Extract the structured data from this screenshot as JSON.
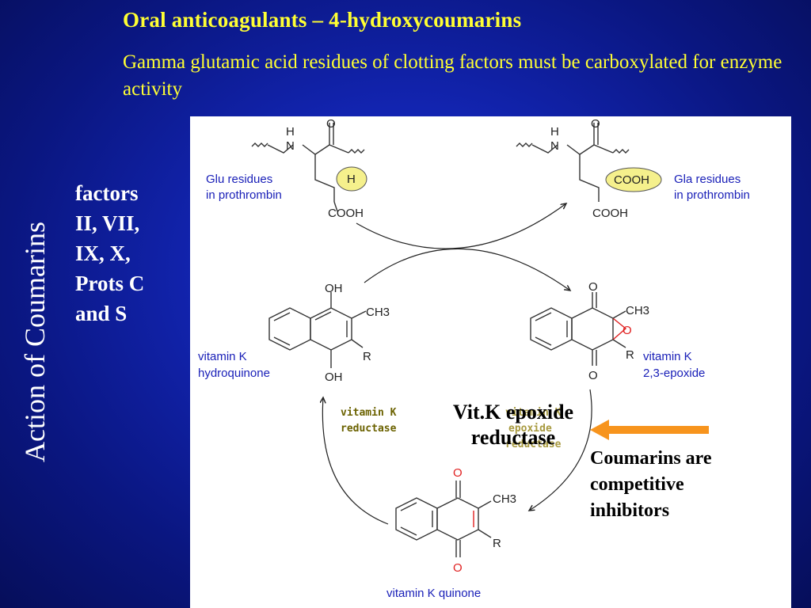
{
  "title": "Oral anticoagulants – 4-hydroxycoumarins",
  "subtitle": "Gamma glutamic acid residues of clotting factors must be carboxylated for enzyme activity",
  "side_title": "Action of Coumarins",
  "factors_lines": [
    "factors",
    "II, VII,",
    "IX, X,",
    "Prots C",
    "and S"
  ],
  "diagram": {
    "glu_label": [
      "Glu residues",
      "in prothrombin"
    ],
    "gla_label": [
      "Gla residues",
      "in prothrombin"
    ],
    "h_label": "H",
    "cooh_label": "COOH",
    "n_label": "N",
    "nh_h": "H",
    "o_label": "O",
    "oh_label": "OH",
    "ch3_label": "CH3",
    "r_label": "R",
    "hydroquinone_label": [
      "vitamin K",
      "hydroquinone"
    ],
    "epoxide_label": [
      "vitamin K",
      "2,3-epoxide"
    ],
    "quinone_label": "vitamin K quinone",
    "reductase_label": [
      "vitamin K",
      "reductase"
    ],
    "epoxide_reductase_faint": [
      "vitamin K",
      "epoxide",
      "reductase"
    ]
  },
  "overlay_label": [
    "Vit.K epoxide",
    "reductase"
  ],
  "inhibitor_note": [
    "Coumarins are",
    "competitive",
    "inhibitors"
  ],
  "colors": {
    "title": "#ffff33",
    "highlight_ellipse": "#f5f08c",
    "arrow": "#f7941d",
    "epoxide_o": "#e02020",
    "label_blue": "#1a20b8"
  }
}
